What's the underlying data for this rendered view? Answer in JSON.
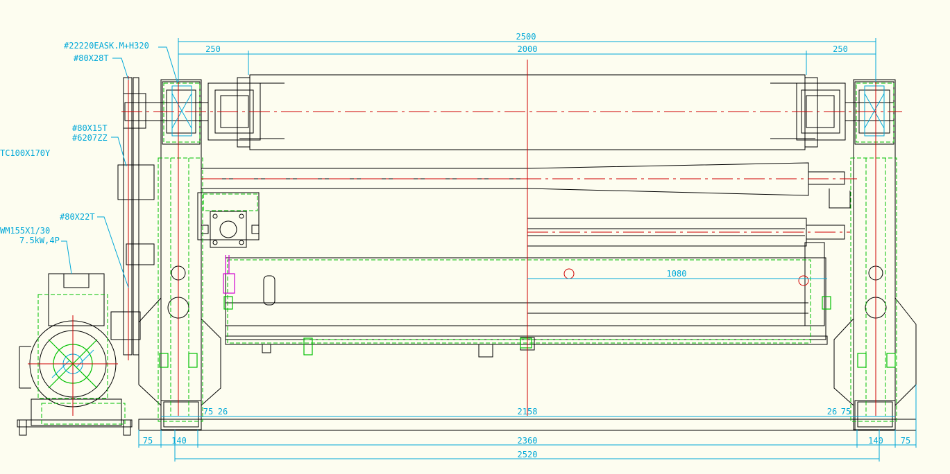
{
  "drawing": {
    "colors": {
      "background": "#fdfdf0",
      "outline": "#000000",
      "dimension": "#00a8d8",
      "hidden": "#00c000",
      "centerline": "#d00000",
      "sensor": "#d000d0"
    },
    "dimensions": {
      "overall_top": "2500",
      "left_top": "250",
      "roller_length": "2000",
      "right_top": "250",
      "inner_span": "1080",
      "base_left_75": "75",
      "base_left_26": "26",
      "inner_base": "2158",
      "base_right_26": "26",
      "base_right_75": "75",
      "bottom_left_75": "75",
      "bottom_left_140": "140",
      "frame_span": "2360",
      "bottom_right_140": "140",
      "bottom_right_75": "75",
      "overall_bottom": "2520"
    },
    "callouts": {
      "bearing": "#22220EASK.M+H320",
      "sprocket_28t": "#80X28T",
      "sprocket_15t": "#80X15T",
      "bearing_6207": "#6207ZZ",
      "coupling": "TC100X170Y",
      "sprocket_22t": "#80X22T",
      "gear_motor": "WM155X1/30",
      "motor_power": "7.5kW,4P"
    }
  }
}
